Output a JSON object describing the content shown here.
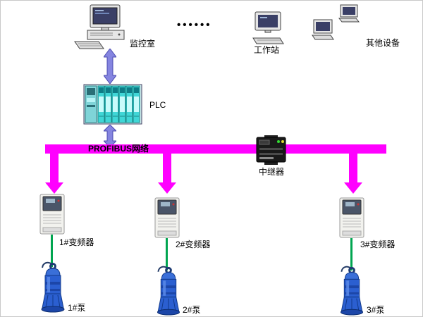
{
  "nodes": {
    "monitor_room": {
      "label": "监控室"
    },
    "ellipsis": "••••••",
    "workstation": {
      "label": "工作站"
    },
    "other_devices": {
      "label": "其他设备"
    },
    "plc": {
      "label": "PLC"
    },
    "bus": {
      "label": "PROFIBUS网络"
    },
    "repeater": {
      "label": "中继器"
    },
    "inverters": [
      {
        "label": "1#变频器"
      },
      {
        "label": "2#变频器"
      },
      {
        "label": "3#变频器"
      }
    ],
    "pumps": [
      {
        "label": "1#泵"
      },
      {
        "label": "2#泵"
      },
      {
        "label": "3#泵"
      }
    ]
  },
  "colors": {
    "bus": "#ff00ff",
    "vertical_arrow": "#8585e0",
    "pump_link": "#00a550",
    "plc_module": "#3fd6d6",
    "pump_body": "#2b5fd0",
    "screen": "#3a3f66"
  }
}
